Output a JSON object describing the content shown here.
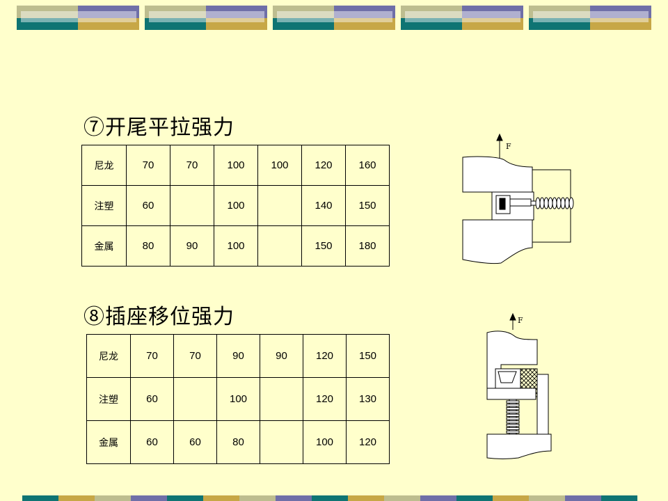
{
  "section7": {
    "title": "⑦开尾平拉强力",
    "rows": [
      {
        "label": "尼龙",
        "values": [
          "70",
          "70",
          "100",
          "100",
          "120",
          "160"
        ]
      },
      {
        "label": "注塑",
        "values": [
          "60",
          "",
          "100",
          "",
          "140",
          "150"
        ]
      },
      {
        "label": "金属",
        "values": [
          "80",
          "90",
          "100",
          "",
          "150",
          "180"
        ]
      }
    ],
    "figure_force_label": "F"
  },
  "section8": {
    "title": "⑧插座移位强力",
    "rows": [
      {
        "label": "尼龙",
        "values": [
          "70",
          "70",
          "90",
          "90",
          "120",
          "150"
        ]
      },
      {
        "label": "注塑",
        "values": [
          "60",
          "",
          "100",
          "",
          "120",
          "130"
        ]
      },
      {
        "label": "金属",
        "values": [
          "60",
          "60",
          "80",
          "",
          "100",
          "120"
        ]
      }
    ],
    "figure_force_label": "F"
  },
  "colors": {
    "background": "#ffffcc",
    "banner_olive": "#bdbd8f",
    "banner_purple": "#6f6fa8",
    "banner_teal": "#0f7473",
    "banner_gold": "#c7a746"
  }
}
